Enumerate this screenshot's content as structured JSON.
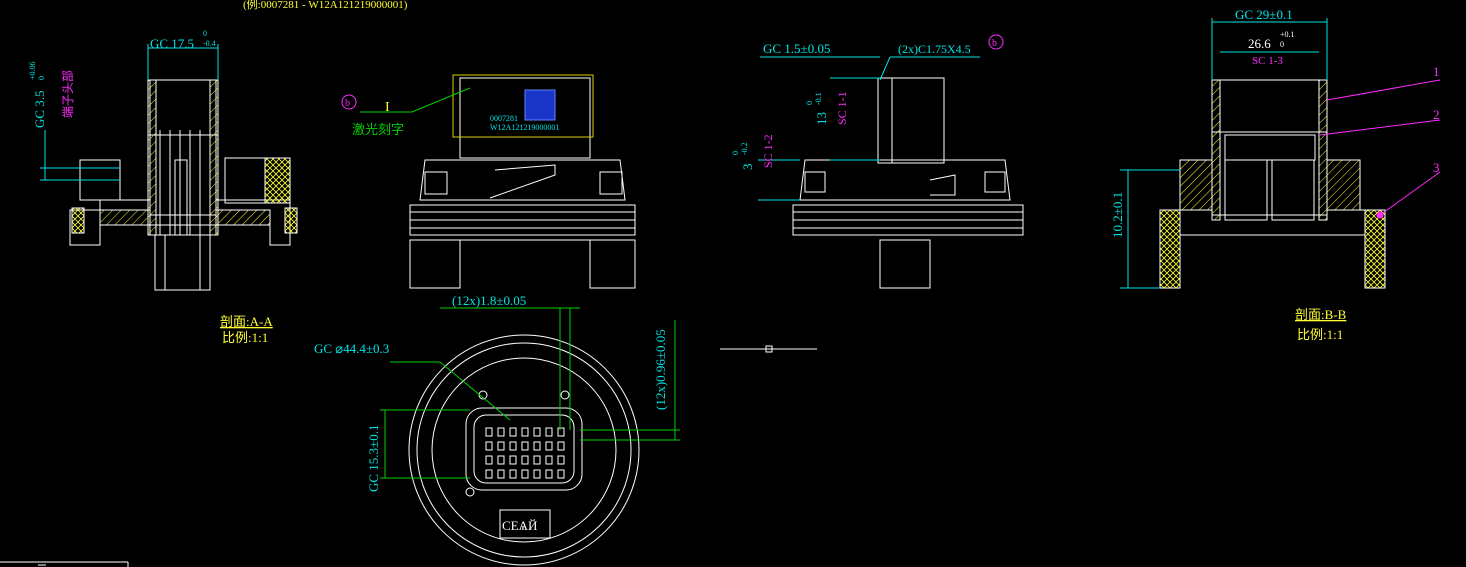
{
  "header_note": "(例:0007281 - W12A121219000001)",
  "colors": {
    "background": "#000000",
    "geometry": "#ffffff",
    "dimension_cyan": "#00e5e5",
    "dimension_green": "#00d000",
    "annotation_magenta": "#ff2bff",
    "title_yellow": "#ffff33",
    "frame_yellow": "#d8d000"
  },
  "section_aa": {
    "dim_top": "GC 17.5",
    "dim_top_tol_upper": "0",
    "dim_top_tol_lower": "-0.4",
    "dim_left": "GC 3.5",
    "dim_left_tol_upper": "+0.06",
    "dim_left_tol_lower": "0",
    "dim_left_note": "端子头部",
    "title": "剖面:A-A",
    "scale": "比例:1:1"
  },
  "laser_view": {
    "marker_b": "b",
    "marker_i": "I",
    "laser_label": "激光刻字",
    "mark_line1": "0007281",
    "mark_line2": "W12A121219000001"
  },
  "side_view": {
    "dim_gc": "GC 1.5±0.05",
    "dim_chamfer": "(2x)C1.75X4.5",
    "marker_b": "b",
    "dim_13": "13",
    "dim_13_tol_upper": "0",
    "dim_13_tol_lower": "-0.1",
    "dim_sc11": "SC 1-1",
    "dim_3": "3",
    "dim_3_tol_upper": "0",
    "dim_3_tol_lower": "-0.2",
    "dim_sc12": "SC 1-2"
  },
  "bottom_view": {
    "dim_pitch_h": "(12x)1.8±0.05",
    "dim_pitch_v": "(12x)0.96±0.05",
    "dim_diameter": "GC ⌀44.4±0.3",
    "dim_height": "GC 15.3±0.1",
    "logo": "CEѦЙ"
  },
  "section_bb": {
    "dim_width": "GC 29±0.1",
    "dim_inner": "26.6",
    "dim_inner_tol_upper": "+0.1",
    "dim_inner_tol_lower": "0",
    "dim_sc13": "SC 1-3",
    "dim_height": "10.2±0.1",
    "callouts": [
      "1",
      "2",
      "3"
    ],
    "title": "剖面:B-B",
    "scale": "比例:1:1"
  }
}
